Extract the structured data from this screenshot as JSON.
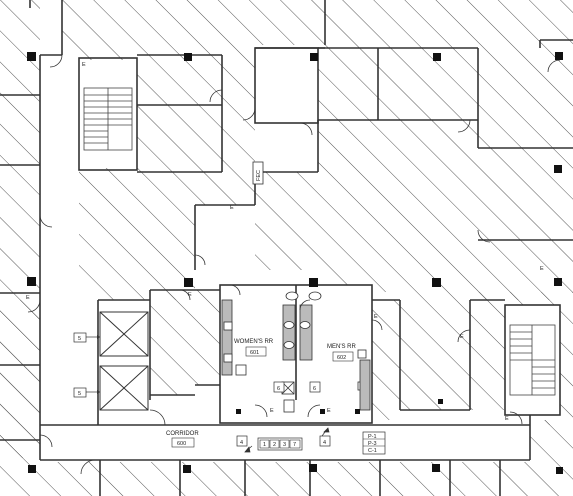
{
  "rooms": {
    "womens": {
      "name": "WOMEN'S RR",
      "number": "601"
    },
    "mens": {
      "name": "MEN'S RR",
      "number": "602"
    },
    "corridor": {
      "name": "CORRIDOR",
      "number": "600"
    }
  },
  "tags": {
    "five_upper": "5",
    "five_lower": "5",
    "four_left": "4",
    "four_right": "4",
    "six_left": "6",
    "six_right": "6",
    "fec": "FEC",
    "e_marks": [
      "E",
      "E",
      "E",
      "E",
      "E",
      "E",
      "E",
      "E",
      "E",
      "E"
    ]
  },
  "key_plan_numbers": [
    "1",
    "2",
    "3",
    "7"
  ],
  "finish_legend": [
    "P-1",
    "P-3",
    "C-1"
  ],
  "colors": {
    "wall": "#333333",
    "hatch": "#4a4a4a",
    "column": "#111111"
  }
}
